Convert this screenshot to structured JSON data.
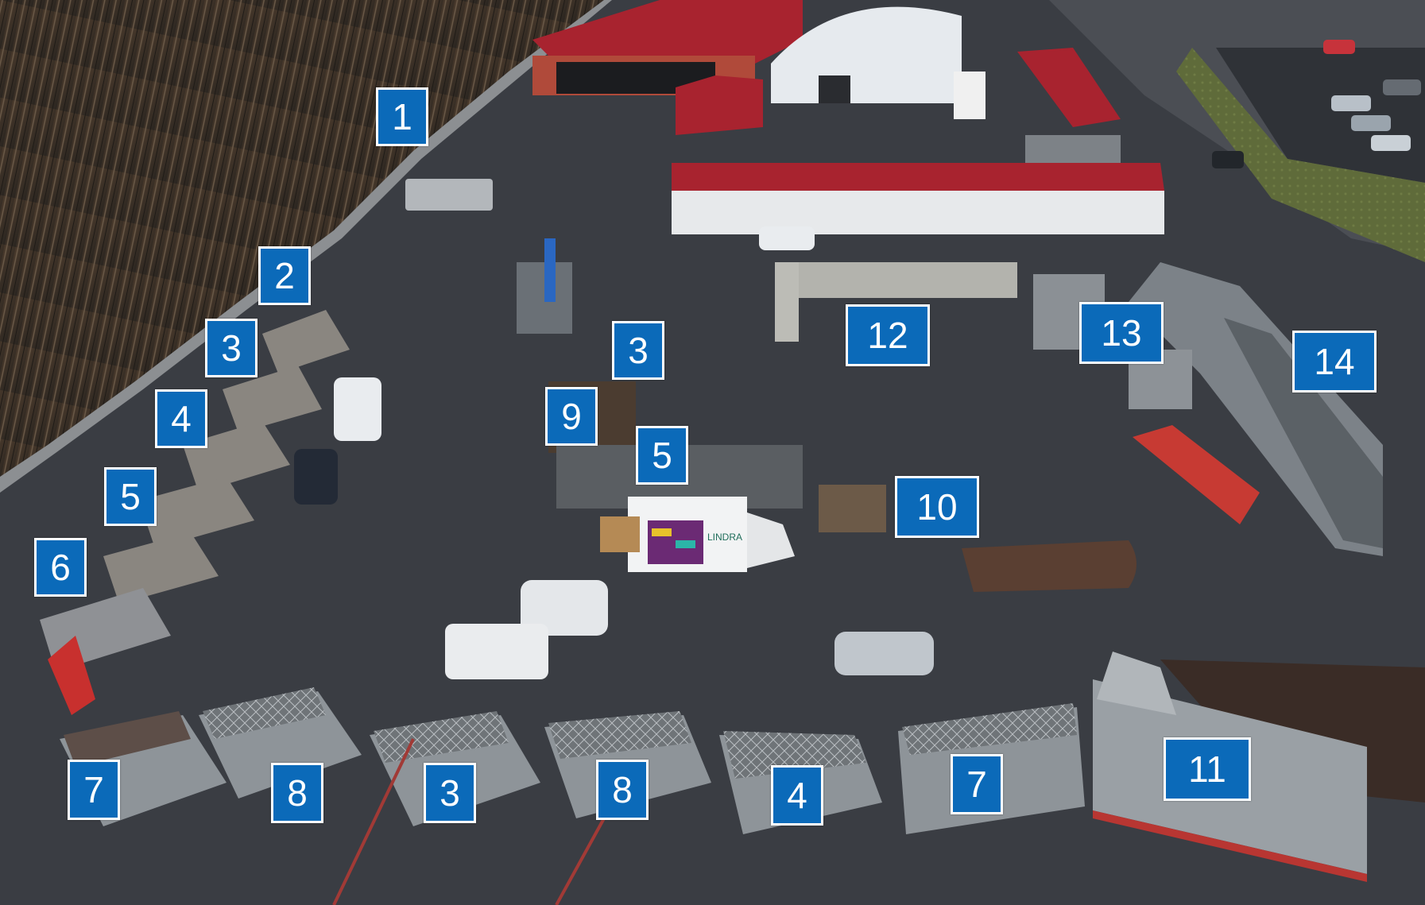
{
  "scene": {
    "markers": [
      {
        "id": "m1",
        "label": "1"
      },
      {
        "id": "m2",
        "label": "2"
      },
      {
        "id": "m3a",
        "label": "3"
      },
      {
        "id": "m4a",
        "label": "4"
      },
      {
        "id": "m5a",
        "label": "5"
      },
      {
        "id": "m6",
        "label": "6"
      },
      {
        "id": "m3b",
        "label": "3"
      },
      {
        "id": "m9",
        "label": "9"
      },
      {
        "id": "m5b",
        "label": "5"
      },
      {
        "id": "m12",
        "label": "12"
      },
      {
        "id": "m13",
        "label": "13"
      },
      {
        "id": "m14",
        "label": "14"
      },
      {
        "id": "m10",
        "label": "10"
      },
      {
        "id": "m7a",
        "label": "7"
      },
      {
        "id": "m8a",
        "label": "8"
      },
      {
        "id": "m3c",
        "label": "3"
      },
      {
        "id": "m8b",
        "label": "8"
      },
      {
        "id": "m4b",
        "label": "4"
      },
      {
        "id": "m7b",
        "label": "7"
      },
      {
        "id": "m11",
        "label": "11"
      }
    ],
    "van_logo_text": "LINDRA",
    "colors": {
      "marker": "#0b6ab9",
      "roof_red": "#a8232f",
      "tent": "#e8ecef",
      "container": "#8e9499",
      "asphalt": "#3b3e44"
    }
  }
}
